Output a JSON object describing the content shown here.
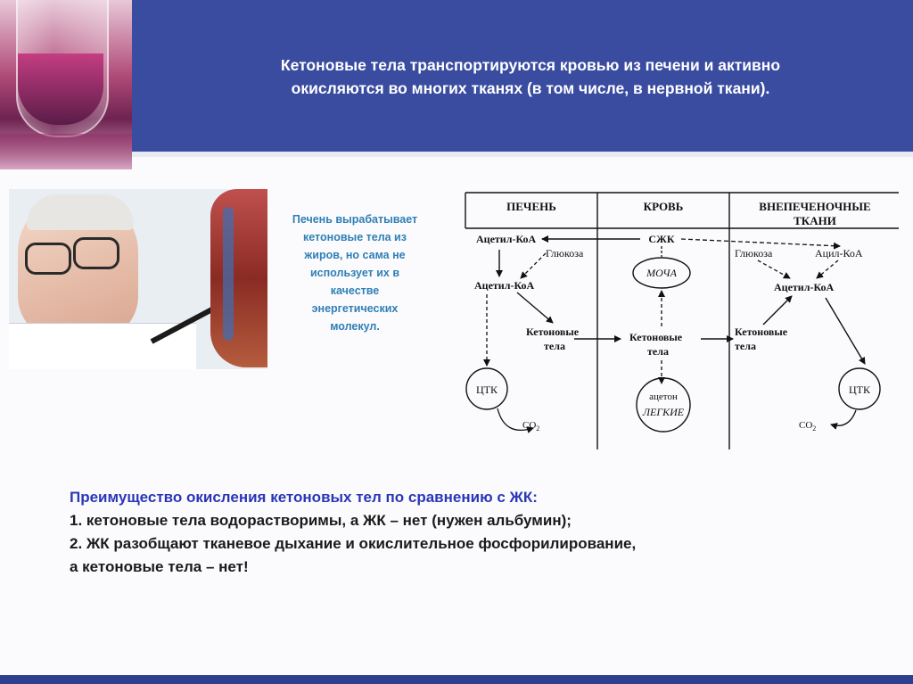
{
  "header": {
    "title_line1": "Кетоновые тела транспортируются кровью из печени  и активно",
    "title_line2": "окисляются во многих тканях  (в том числе, в  нервной ткани)."
  },
  "photo_caption": {
    "lines": [
      "Печень вырабатывает",
      "кетоновые тела из",
      "жиров, но сама не",
      "использует их в",
      "качестве",
      "энергетических",
      "молекул."
    ]
  },
  "diagram": {
    "columns": [
      "ПЕЧЕНЬ",
      "КРОВЬ",
      "ВНЕПЕЧЕНОЧНЫЕ",
      "ТКАНИ"
    ],
    "acetyl_coa": "Ацетил-КоА",
    "sjk": "СЖК",
    "glucose": "Глюкоза",
    "acyl_coa": "Ацил-КоА",
    "urine": "МОЧА",
    "ketone": "Кетоновые",
    "bodies": "тела",
    "tca": "ЦТК",
    "co2": "CO",
    "co2_sub": "2",
    "acetone": "ацетон",
    "lungs": "ЛЕГКИЕ"
  },
  "advantage": {
    "title": "Преимущество окисления кетоновых тел по сравнению с ЖК:",
    "line1": "1.  кетоновые тела водорастворимы, а ЖК – нет (нужен альбумин);",
    "line2": "2. ЖК разобщают тканевое дыхание и окислительное фосфорилирование,",
    "line3": "а кетоновые тела – нет!"
  },
  "colors": {
    "header_bg": "#3a4ca0",
    "advantage_title": "#2a36b8",
    "caption_text": "#2f7fb5"
  }
}
